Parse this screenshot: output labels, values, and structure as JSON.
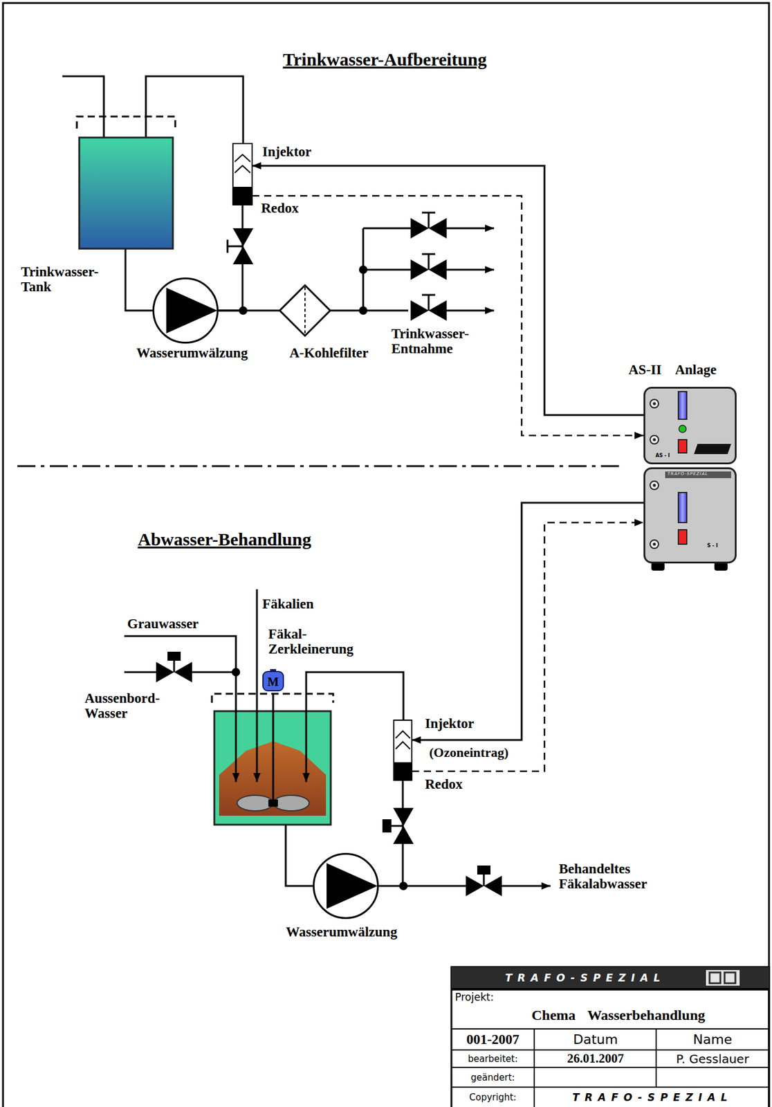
{
  "diagram": {
    "title": "Trinkwasser-Aufbereitung",
    "nodes": [
      {
        "text": [
          "Trinkwasser- Tank"
        ]
      },
      {
        "text": [
          "Injektor",
          "Redox"
        ]
      },
      {
        "text": [
          "Wasserumwälzung"
        ]
      },
      {
        "text": [
          "A-Kohlefilter"
        ]
      },
      {
        "text": [
          "Trinkwasser- Entnahme"
        ]
      },
      {
        "text": [
          "AS-II Anlage",
          "AS - I"
        ]
      },
      {
        "text": [
          "TRAFO-SPEZIAL",
          "S - I"
        ]
      },
      {
        "text": [
          "Fäkal- Zerkleinerung",
          "M"
        ]
      },
      {
        "text": [
          "Injektor",
          "(Ozoneintrag)",
          "Redox"
        ]
      },
      {
        "text": [
          "Wasserumwälzung"
        ]
      }
    ],
    "edges": [
      {
        "from": 0,
        "to": 2,
        "arrow": "none"
      },
      {
        "from": 2,
        "to": 1,
        "arrow": "none"
      },
      {
        "from": 2,
        "to": 3,
        "arrow": "none"
      },
      {
        "from": 3,
        "to": 4,
        "arrow": "none"
      },
      {
        "from": 5,
        "to": 1,
        "arrow": "to"
      },
      {
        "from": 1,
        "to": 5,
        "arrow": "to"
      },
      {
        "from": 6,
        "to": 8,
        "arrow": "to"
      },
      {
        "from": 8,
        "to": 6,
        "arrow": "to"
      },
      {
        "from": 9,
        "to": 8,
        "arrow": "none"
      }
    ],
    "labels": [
      "Abwasser-Behandlung",
      "Fäkalien",
      "Grauwasser",
      "Aussenbord- Wasser",
      "Behandeltes Fäkalabwasser",
      "TRAFO-SPEZIAL",
      "Projekt:",
      "Chema Wasserbehandlung",
      "001-2007",
      "Datum",
      "Name",
      "bearbeitet:",
      "26.01.2007",
      "P. Gesslauer",
      "geändert:",
      "Copyright:",
      "TRAFO-SPEZIAL"
    ]
  }
}
